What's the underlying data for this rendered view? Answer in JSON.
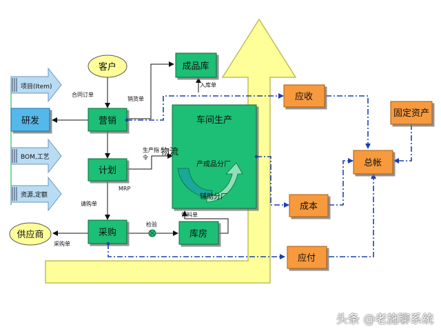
{
  "nodes": {
    "customer": "客户",
    "finished_goods": "成品库",
    "sales": "营销",
    "rd": "研发",
    "workshop": "车间生产",
    "plan": "计划",
    "purchase": "采购",
    "supplier": "供应商",
    "warehouse": "库房",
    "receivable": "应收",
    "cost": "成本",
    "payable": "应付",
    "ledger": "总帐",
    "fixed_assets": "固定资产",
    "product_branch": "产成品分厂",
    "aux_branch": "辅助分厂"
  },
  "inputs": {
    "item": "项目(Item)",
    "bom": "BOM,工艺",
    "resource": "资源,定额"
  },
  "labels": {
    "contract_order": "合同订单",
    "delivery_note": "销货单",
    "stock_in": "入库单",
    "production_order_1": "生产指",
    "production_order_2": "令",
    "logistics": "物流",
    "mrp": "MRP",
    "purchase_req": "请购单",
    "inspection": "检验",
    "material_req": "领料单",
    "purchase_order": "采购单"
  },
  "watermark": "头条 @老施聊系统",
  "colors": {
    "green": "#1fbf74",
    "orange": "#f79a3c",
    "blue": "#55b8ea",
    "yellow": "#ffff99",
    "dash_blue": "#1a3fb0"
  }
}
